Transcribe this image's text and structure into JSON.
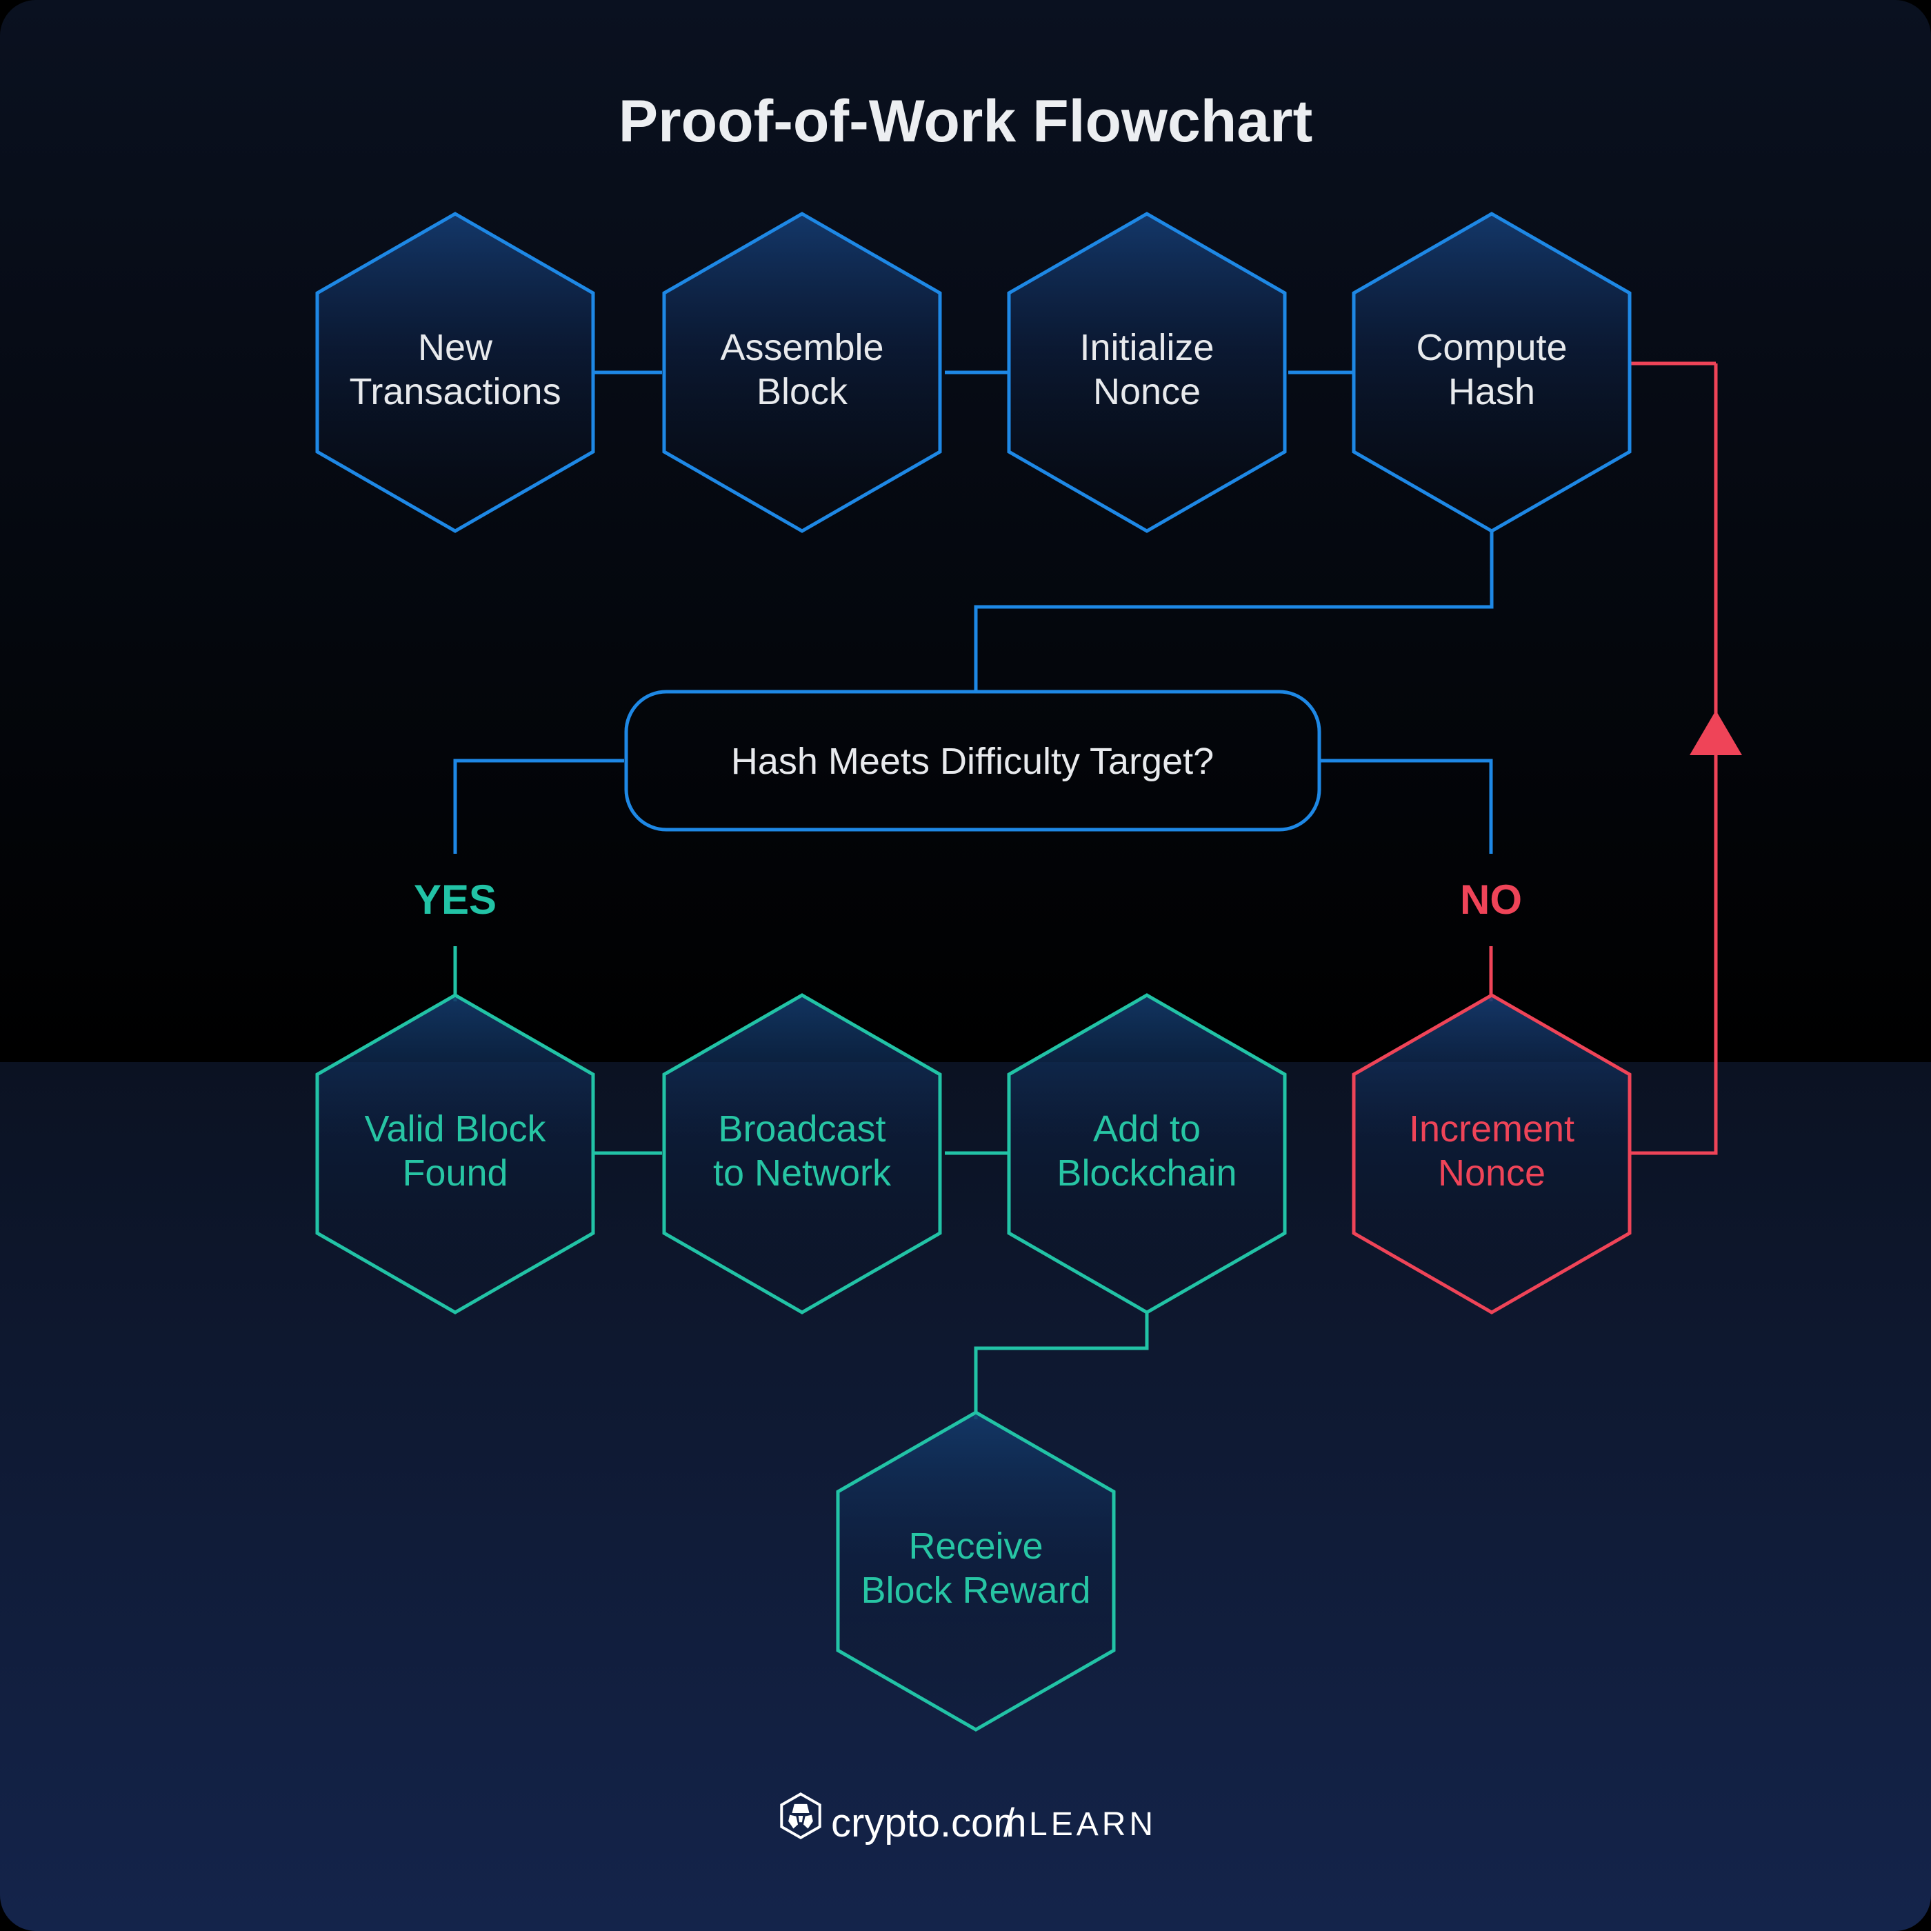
{
  "title": "Proof-of-Work Flowchart",
  "colors": {
    "background_top": "#0a1120",
    "background_bottom": "#142347",
    "blue": "#1e88e5",
    "blue_light": "#2b9bf0",
    "green": "#22c3a6",
    "green_node": "#1fbf9c",
    "red": "#ef4458",
    "text": "#e8eaed",
    "title": "#eceef1"
  },
  "nodes": {
    "new_transactions": {
      "line1": "New",
      "line2": "Transactions"
    },
    "assemble_block": {
      "line1": "Assemble",
      "line2": "Block"
    },
    "initialize_nonce": {
      "line1": "Initialize",
      "line2": "Nonce"
    },
    "compute_hash": {
      "line1": "Compute",
      "line2": "Hash"
    },
    "valid_block_found": {
      "line1": "Valid Block",
      "line2": "Found"
    },
    "broadcast_to_network": {
      "line1": "Broadcast",
      "line2": "to Network"
    },
    "add_to_blockchain": {
      "line1": "Add to",
      "line2": "Blockchain"
    },
    "increment_nonce": {
      "line1": "Increment",
      "line2": "Nonce"
    },
    "receive_block_reward": {
      "line1": "Receive",
      "line2": "Block Reward"
    }
  },
  "decision": {
    "label": "Hash Meets Difficulty Target?"
  },
  "branches": {
    "yes": "YES",
    "no": "NO"
  },
  "footer": {
    "brand": "crypto.com",
    "separator": "/",
    "section": "LEARN"
  },
  "chart_data": {
    "type": "diagram",
    "title": "Proof-of-Work Flowchart",
    "diagram_kind": "flowchart",
    "node_shapes": {
      "process": "hexagon",
      "decision": "rounded-rectangle"
    },
    "steps": [
      {
        "id": "new_transactions",
        "label": "New Transactions",
        "shape": "hexagon",
        "color": "blue"
      },
      {
        "id": "assemble_block",
        "label": "Assemble Block",
        "shape": "hexagon",
        "color": "blue"
      },
      {
        "id": "initialize_nonce",
        "label": "Initialize Nonce",
        "shape": "hexagon",
        "color": "blue"
      },
      {
        "id": "compute_hash",
        "label": "Compute Hash",
        "shape": "hexagon",
        "color": "blue"
      },
      {
        "id": "decision",
        "label": "Hash Meets Difficulty Target?",
        "shape": "rounded-rectangle",
        "color": "blue"
      },
      {
        "id": "valid_block_found",
        "label": "Valid Block Found",
        "shape": "hexagon",
        "color": "green"
      },
      {
        "id": "broadcast_to_network",
        "label": "Broadcast to Network",
        "shape": "hexagon",
        "color": "green"
      },
      {
        "id": "add_to_blockchain",
        "label": "Add to Blockchain",
        "shape": "hexagon",
        "color": "green"
      },
      {
        "id": "receive_block_reward",
        "label": "Receive Block Reward",
        "shape": "hexagon",
        "color": "green"
      },
      {
        "id": "increment_nonce",
        "label": "Increment Nonce",
        "shape": "hexagon",
        "color": "red"
      }
    ],
    "edges": [
      {
        "from": "new_transactions",
        "to": "assemble_block",
        "label": "",
        "color": "blue"
      },
      {
        "from": "assemble_block",
        "to": "initialize_nonce",
        "label": "",
        "color": "blue"
      },
      {
        "from": "initialize_nonce",
        "to": "compute_hash",
        "label": "",
        "color": "blue"
      },
      {
        "from": "compute_hash",
        "to": "decision",
        "label": "",
        "color": "blue"
      },
      {
        "from": "decision",
        "to": "valid_block_found",
        "label": "YES",
        "color": "blue"
      },
      {
        "from": "decision",
        "to": "increment_nonce",
        "label": "NO",
        "color": "blue"
      },
      {
        "from": "valid_block_found",
        "to": "broadcast_to_network",
        "label": "",
        "color": "green"
      },
      {
        "from": "broadcast_to_network",
        "to": "add_to_blockchain",
        "label": "",
        "color": "green"
      },
      {
        "from": "add_to_blockchain",
        "to": "receive_block_reward",
        "label": "",
        "color": "green"
      },
      {
        "from": "increment_nonce",
        "to": "compute_hash",
        "label": "",
        "color": "red",
        "arrow": "up"
      }
    ]
  }
}
